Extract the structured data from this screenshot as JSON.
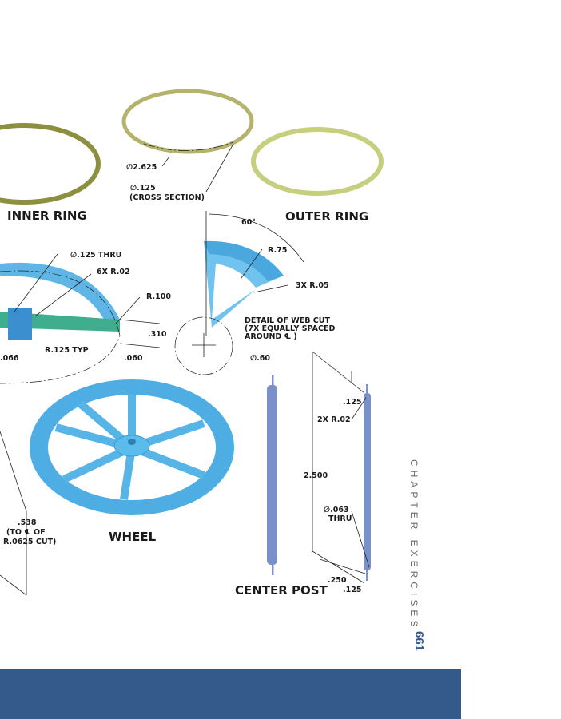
{
  "rings": {
    "diameter": "∅2.625",
    "cross_section_dia": "∅.125",
    "cross_section_label": "(CROSS SECTION)",
    "inner_title": "INNER RING",
    "outer_title": "OUTER RING"
  },
  "wheel_section": {
    "thru_hole": "∅.125 THRU",
    "fillets": "6X R.02",
    "rim_radius": "R.100",
    "height": ".310",
    "offset": ".060",
    "hub_radius": "R.125 TYP",
    "left_dim": ".066"
  },
  "web_detail": {
    "angle": "60°",
    "radius": "R.75",
    "fillets": "3X R.05",
    "note_line1": "DETAIL OF WEB CUT",
    "note_line2": "(7X EQUALLY SPACED",
    "note_line3": "AROUND ℄ )",
    "circle_dia": "∅.60"
  },
  "wheel": {
    "title": "WHEEL",
    "dim_value": ".538",
    "dim_note1": "(TO ℄ OF",
    "dim_note2": "R.0625 CUT)"
  },
  "center_post": {
    "title": "CENTER POST",
    "top_dim": ".125",
    "fillets": "2X R.02",
    "length": "2.500",
    "hole_dia": "∅.063",
    "hole_thru": "THRU",
    "bottom_dim1": ".250",
    "bottom_dim2": ".125"
  },
  "sidebar": {
    "chapter_label": "CHAPTER EXERCISES",
    "page_number": "661"
  },
  "colors": {
    "accent": "#345a8c",
    "part_blue": "#5fb6e6",
    "ring_green": "#a8ad5a",
    "post_blue": "#7b8fc9"
  }
}
